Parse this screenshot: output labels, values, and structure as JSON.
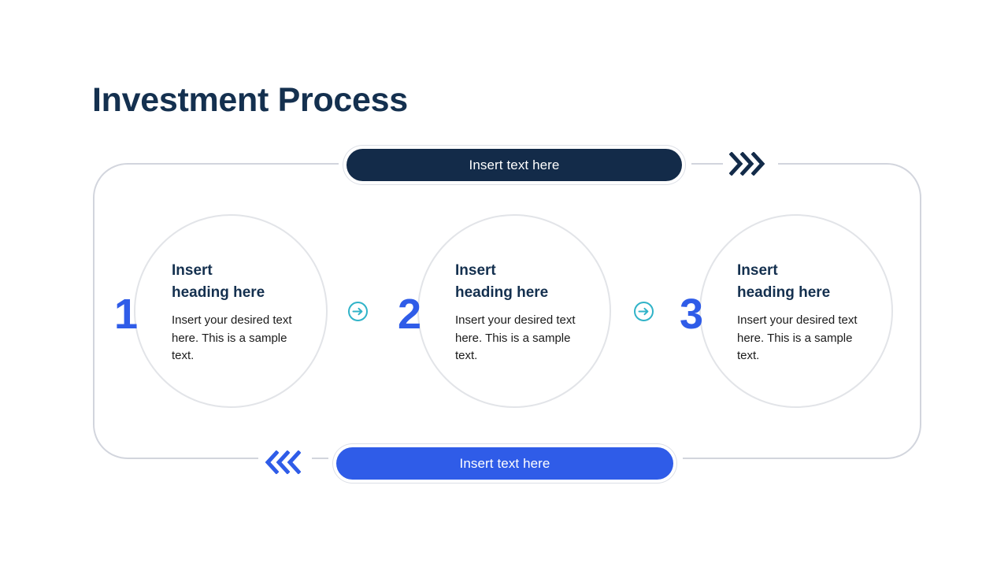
{
  "slide": {
    "title": "Investment Process",
    "colors": {
      "title": "#14304f",
      "navy_pill": "#132b49",
      "blue_pill": "#2f5ce8",
      "accent_blue": "#2f5ce8",
      "teal_arrow": "#30b3c8",
      "frame_border": "#d2d5dd",
      "circle_border": "#e2e4e8",
      "body_text": "#1b1b1b"
    }
  },
  "top_banner": {
    "label": "Insert text here",
    "chevron_icon": "chevrons-right-icon",
    "chevron_count": 3
  },
  "bottom_banner": {
    "label": "Insert text here",
    "chevron_icon": "chevrons-left-icon",
    "chevron_count": 3
  },
  "steps": [
    {
      "number": "1",
      "heading_line_1": "Insert",
      "heading_line_2": "heading here",
      "text": "Insert your desired text here. This is a sample text."
    },
    {
      "number": "2",
      "heading_line_1": "Insert",
      "heading_line_2": "heading here",
      "text": "Insert your desired text here. This is a sample text."
    },
    {
      "number": "3",
      "heading_line_1": "Insert",
      "heading_line_2": "heading here",
      "text": "Insert your desired text here. This is a sample text."
    }
  ],
  "connectors": [
    {
      "icon": "circle-arrow-right-icon"
    },
    {
      "icon": "circle-arrow-right-icon"
    }
  ]
}
